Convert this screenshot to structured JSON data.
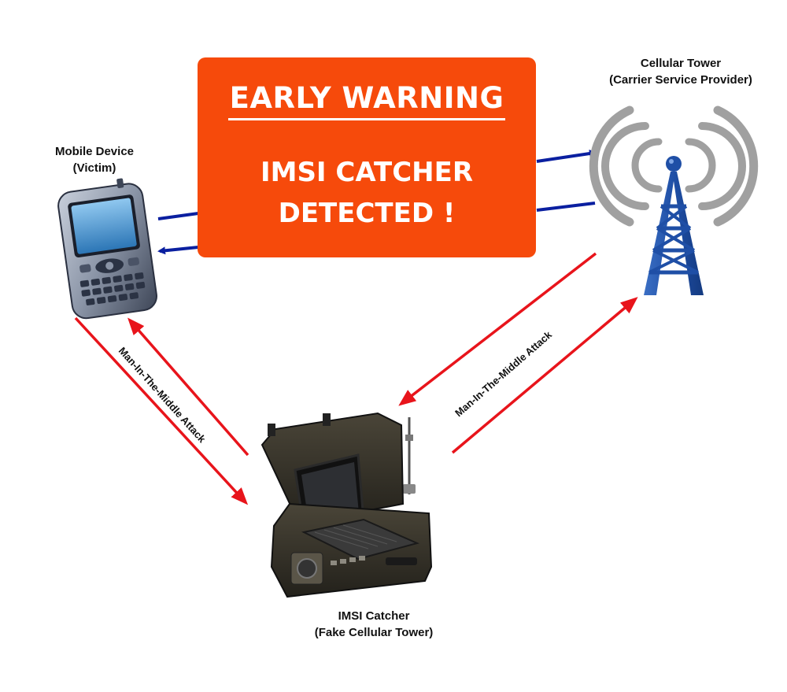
{
  "warning": {
    "title": "EARLY WARNING",
    "line1": "IMSI CATCHER",
    "line2": "DETECTED !",
    "color": "#f64a0b"
  },
  "nodes": {
    "mobile": {
      "line1": "Mobile Device",
      "line2": "(Victim)"
    },
    "tower": {
      "line1": "Cellular Tower",
      "line2": "(Carrier Service Provider)"
    },
    "catcher": {
      "line1": "IMSI Catcher",
      "line2": "(Fake Cellular Tower)"
    }
  },
  "edges": {
    "left_attack": "Man-In-The-Middle Attack",
    "right_attack": "Man-In-The-Middle Attack"
  },
  "colors": {
    "legit_link": "#0a1fa0",
    "attack_link": "#e8141b",
    "tower_blue": "#1f4fa6"
  },
  "icons": {
    "mobile": "smartphone-icon",
    "tower": "cell-tower-icon",
    "catcher": "laptop-case-icon"
  }
}
